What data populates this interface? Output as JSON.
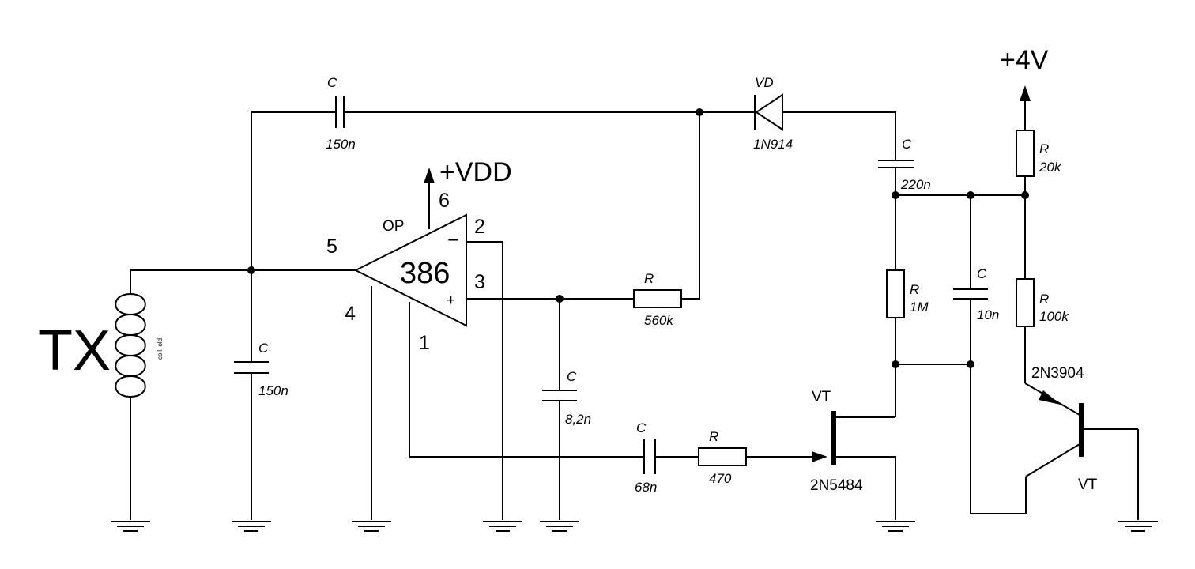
{
  "title": "TX",
  "supplies": {
    "vdd": "+VDD",
    "v4": "+4V"
  },
  "opamp": {
    "ref": "OP",
    "part": "386",
    "pins": {
      "p1": "1",
      "p2": "2",
      "p3": "3",
      "p4": "4",
      "p5": "5",
      "p6": "6"
    },
    "minus": "−",
    "plus": "+"
  },
  "coil": {
    "label": "coil, old"
  },
  "components": {
    "c_top": {
      "ref": "C",
      "value": "150n"
    },
    "c_left": {
      "ref": "C",
      "value": "150n"
    },
    "c_82": {
      "ref": "C",
      "value": "8,2n"
    },
    "c_68": {
      "ref": "C",
      "value": "68n"
    },
    "c_220": {
      "ref": "C",
      "value": "220n"
    },
    "c_10": {
      "ref": "C",
      "value": "10n"
    },
    "r_560k": {
      "ref": "R",
      "value": "560k"
    },
    "r_470": {
      "ref": "R",
      "value": "470"
    },
    "r_1m": {
      "ref": "R",
      "value": "1M"
    },
    "r_20k": {
      "ref": "R",
      "value": "20k"
    },
    "r_100k": {
      "ref": "R",
      "value": "100k"
    },
    "diode": {
      "ref": "VD",
      "value": "1N914"
    },
    "jfet": {
      "ref": "VT",
      "value": "2N5484"
    },
    "bjt": {
      "ref": "VT",
      "value": "2N3904"
    }
  }
}
